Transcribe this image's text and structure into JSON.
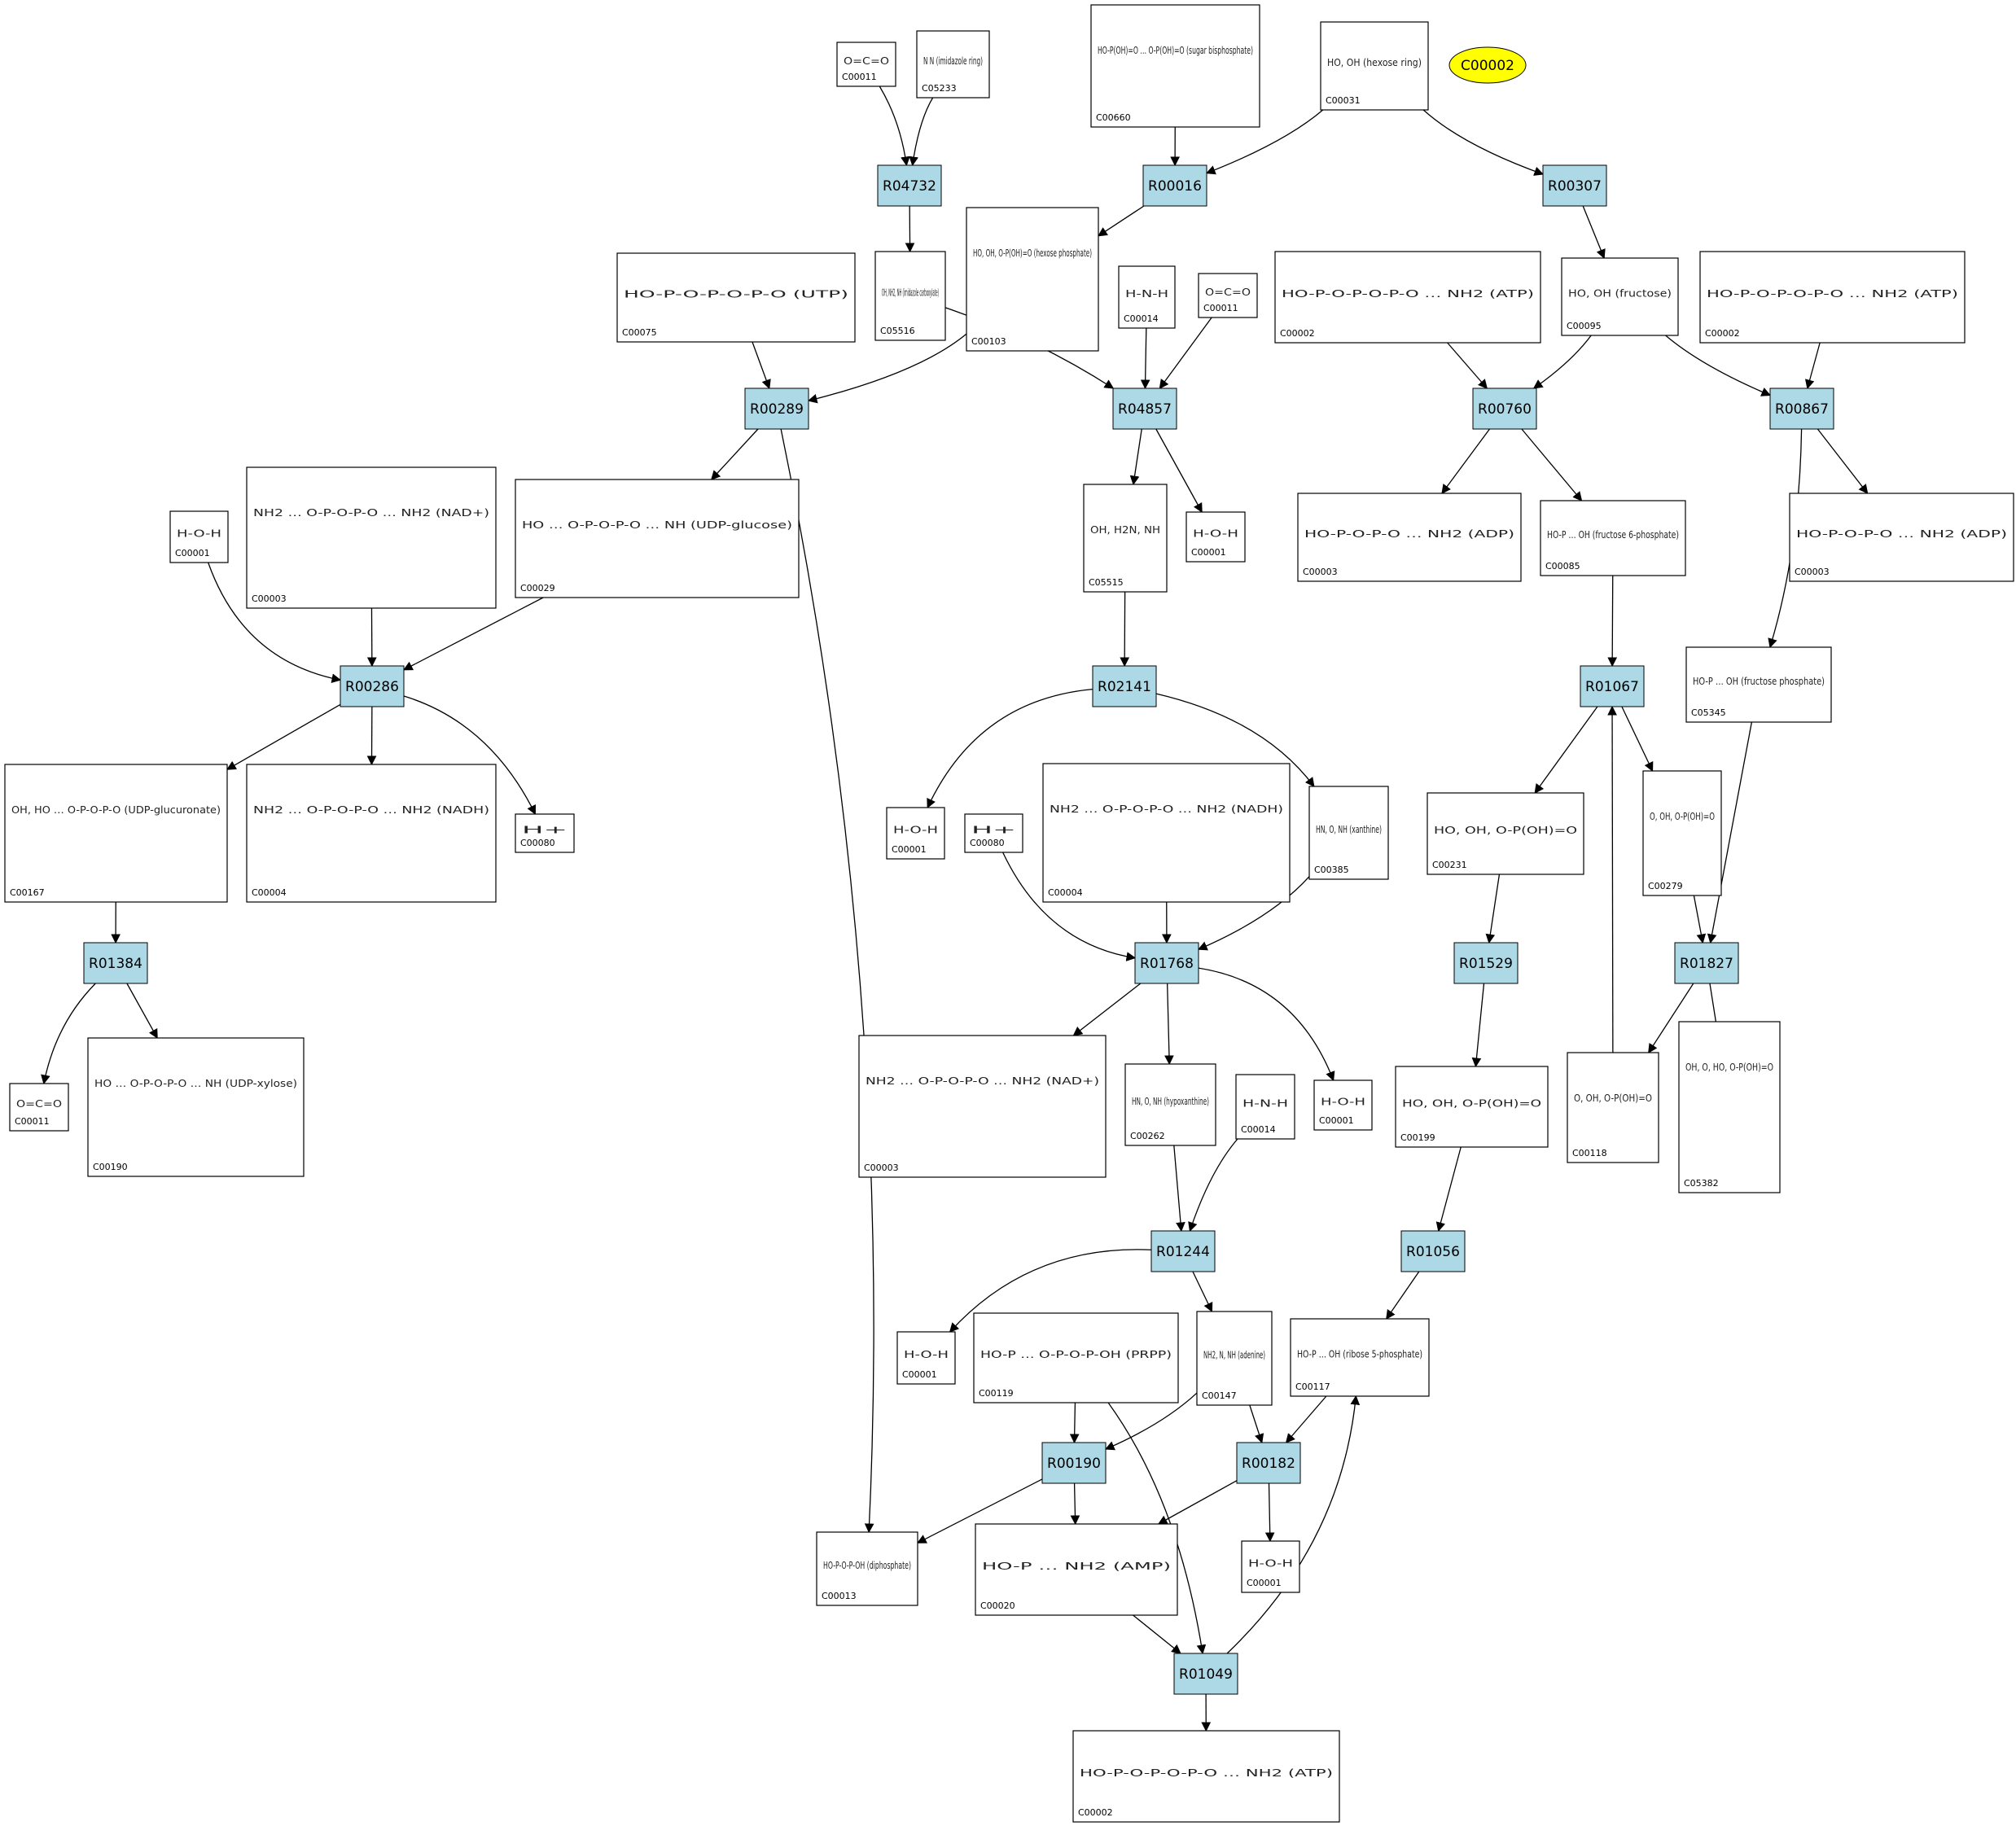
{
  "diagram": {
    "highlight": {
      "id": "hl",
      "label": "C00002",
      "fill": "#ffff00"
    },
    "reaction_fill": "#add8e6",
    "reactions": [
      {
        "id": "R04732",
        "label": "R04732"
      },
      {
        "id": "R00016",
        "label": "R00016"
      },
      {
        "id": "R00307",
        "label": "R00307"
      },
      {
        "id": "R00289",
        "label": "R00289"
      },
      {
        "id": "R04857",
        "label": "R04857"
      },
      {
        "id": "R00760",
        "label": "R00760"
      },
      {
        "id": "R00867",
        "label": "R00867"
      },
      {
        "id": "R00286",
        "label": "R00286"
      },
      {
        "id": "R02141",
        "label": "R02141"
      },
      {
        "id": "R01067",
        "label": "R01067"
      },
      {
        "id": "R01384",
        "label": "R01384"
      },
      {
        "id": "R01768",
        "label": "R01768"
      },
      {
        "id": "R01529",
        "label": "R01529"
      },
      {
        "id": "R01827",
        "label": "R01827"
      },
      {
        "id": "R01244",
        "label": "R01244"
      },
      {
        "id": "R01056",
        "label": "R01056"
      },
      {
        "id": "R00190",
        "label": "R00190"
      },
      {
        "id": "R00182",
        "label": "R00182"
      },
      {
        "id": "R01049",
        "label": "R01049"
      }
    ],
    "compounds": [
      {
        "id": "c_c00011_a",
        "label": "C00011",
        "structure": "O=C=O"
      },
      {
        "id": "c_c05233",
        "label": "C05233",
        "structure": "N  N (imidazole ring)"
      },
      {
        "id": "c_c00660",
        "label": "C00660",
        "structure": "HO-P(OH)=O … O-P(OH)=O (sugar bisphosphate)"
      },
      {
        "id": "c_c00031",
        "label": "C00031",
        "structure": "HO, OH (hexose ring)"
      },
      {
        "id": "c_c00075",
        "label": "C00075",
        "structure": "HO-P-O-P-O-P-O (UTP)"
      },
      {
        "id": "c_c05516",
        "label": "C05516",
        "structure": "OH, NH2, NH (imidazole carboxylate)"
      },
      {
        "id": "c_c00103",
        "label": "C00103",
        "structure": "HO, OH, O-P(OH)=O (hexose phosphate)"
      },
      {
        "id": "c_c00014_a",
        "label": "C00014",
        "structure": "H-N-H"
      },
      {
        "id": "c_c00011_b",
        "label": "C00011",
        "structure": "O=C=O"
      },
      {
        "id": "c_c00002_a",
        "label": "C00002",
        "structure": "HO-P-O-P-O-P-O … NH2 (ATP)"
      },
      {
        "id": "c_c00095",
        "label": "C00095",
        "structure": "HO, OH (fructose)"
      },
      {
        "id": "c_c00002_b",
        "label": "C00002",
        "structure": "HO-P-O-P-O-P-O … NH2 (ATP)"
      },
      {
        "id": "c_c00001_a",
        "label": "C00001",
        "structure": "H-O-H"
      },
      {
        "id": "c_c00003_a",
        "label": "C00003",
        "structure": "NH2 … O-P-O-P-O … NH2 (NAD+)"
      },
      {
        "id": "c_c00029",
        "label": "C00029",
        "structure": "HO … O-P-O-P-O … NH (UDP-glucose)"
      },
      {
        "id": "c_c05515",
        "label": "C05515",
        "structure": "OH, H2N, NH"
      },
      {
        "id": "c_c00001_b",
        "label": "C00001",
        "structure": "H-O-H"
      },
      {
        "id": "c_c00003_b",
        "label": "C00003",
        "structure": "HO-P-O-P-O … NH2 (ADP)"
      },
      {
        "id": "c_c00085",
        "label": "C00085",
        "structure": "HO-P … OH (fructose 6-phosphate)"
      },
      {
        "id": "c_c00003_c",
        "label": "C00003",
        "structure": "HO-P-O-P-O … NH2 (ADP)"
      },
      {
        "id": "c_c05345",
        "label": "C05345",
        "structure": "HO-P … OH (fructose phosphate)"
      },
      {
        "id": "c_c00167",
        "label": "C00167",
        "structure": "OH, HO … O-P-O-P-O (UDP-glucuronate)"
      },
      {
        "id": "c_c00004_a",
        "label": "C00004",
        "structure": "NH2 … O-P-O-P-O … NH2 (NADH)"
      },
      {
        "id": "c_c00080_a",
        "label": "C00080",
        "structure": "H+"
      },
      {
        "id": "c_c00001_c",
        "label": "C00001",
        "structure": "H-O-H"
      },
      {
        "id": "c_c00080_b",
        "label": "C00080",
        "structure": "H+"
      },
      {
        "id": "c_c00004_b",
        "label": "C00004",
        "structure": "NH2 … O-P-O-P-O … NH2 (NADH)"
      },
      {
        "id": "c_c00385",
        "label": "C00385",
        "structure": "HN, O, NH (xanthine)"
      },
      {
        "id": "c_c00231",
        "label": "C00231",
        "structure": "HO, OH, O-P(OH)=O"
      },
      {
        "id": "c_c00279",
        "label": "C00279",
        "structure": "O, OH, O-P(OH)=O"
      },
      {
        "id": "c_c00011_c",
        "label": "C00011",
        "structure": "O=C=O"
      },
      {
        "id": "c_c00190",
        "label": "C00190",
        "structure": "HO … O-P-O-P-O … NH (UDP-xylose)"
      },
      {
        "id": "c_c00003_d",
        "label": "C00003",
        "structure": "NH2 … O-P-O-P-O … NH2 (NAD+)"
      },
      {
        "id": "c_c00262",
        "label": "C00262",
        "structure": "HN, O, NH (hypoxanthine)"
      },
      {
        "id": "c_c00014_b",
        "label": "C00014",
        "structure": "H-N-H"
      },
      {
        "id": "c_c00001_d",
        "label": "C00001",
        "structure": "H-O-H"
      },
      {
        "id": "c_c00199",
        "label": "C00199",
        "structure": "HO, OH, O-P(OH)=O"
      },
      {
        "id": "c_c00118",
        "label": "C00118",
        "structure": "O, OH, O-P(OH)=O"
      },
      {
        "id": "c_c05382",
        "label": "C05382",
        "structure": "OH, O, HO, O-P(OH)=O"
      },
      {
        "id": "c_c00001_e",
        "label": "C00001",
        "structure": "H-O-H"
      },
      {
        "id": "c_c00119",
        "label": "C00119",
        "structure": "HO-P … O-P-O-P-OH (PRPP)"
      },
      {
        "id": "c_c00147",
        "label": "C00147",
        "structure": "NH2, N, NH (adenine)"
      },
      {
        "id": "c_c00117",
        "label": "C00117",
        "structure": "HO-P … OH (ribose 5-phosphate)"
      },
      {
        "id": "c_c00013",
        "label": "C00013",
        "structure": "HO-P-O-P-OH (diphosphate)"
      },
      {
        "id": "c_c00020",
        "label": "C00020",
        "structure": "HO-P … NH2 (AMP)"
      },
      {
        "id": "c_c00001_f",
        "label": "C00001",
        "structure": "H-O-H"
      },
      {
        "id": "c_c00002_c",
        "label": "C00002",
        "structure": "HO-P-O-P-O-P-O … NH2 (ATP)"
      }
    ]
  }
}
